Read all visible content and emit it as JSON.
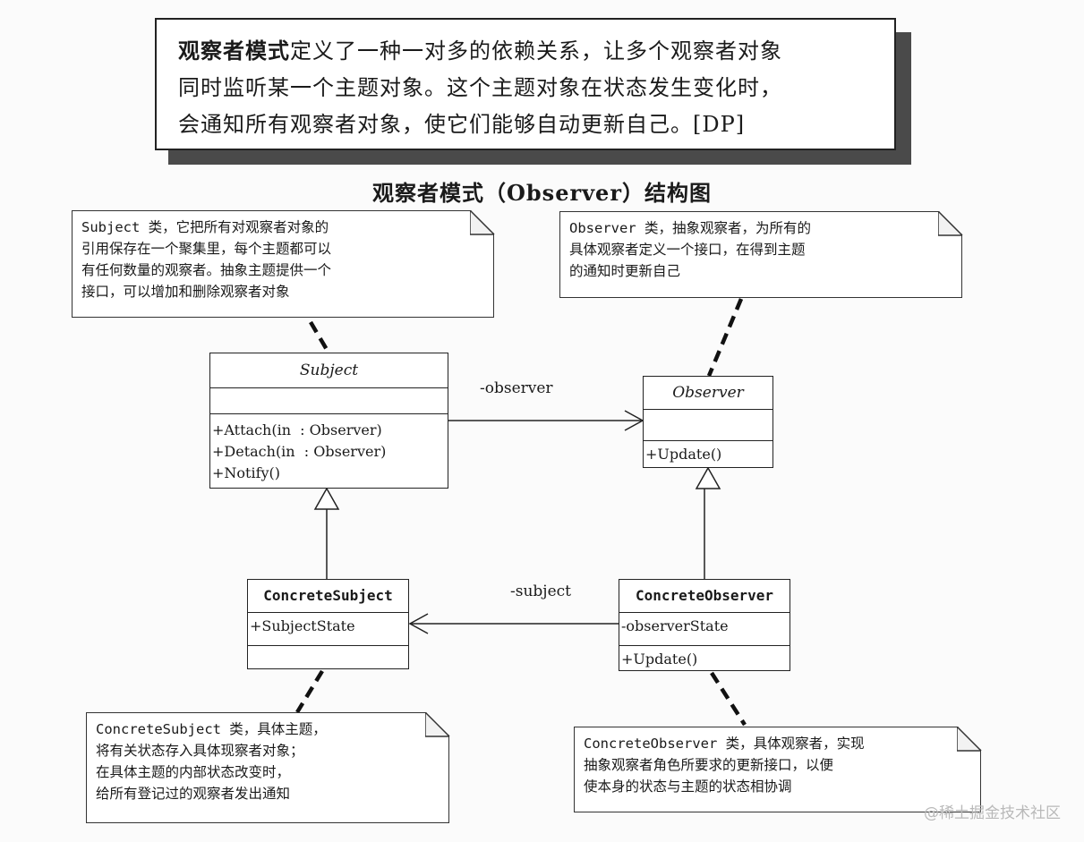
{
  "definition": {
    "term": "观察者模式",
    "line1_rest": "定义了一种一对多的依赖关系，让多个观察者对象",
    "line2": "同时监听某一个主题对象。这个主题对象在状态发生变化时，",
    "line3": "会通知所有观察者对象，使它们能够自动更新自己。[DP]"
  },
  "diagram_title": "观察者模式（Observer）结构图",
  "notes": {
    "subject": [
      "Subject 类，它把所有对观察者对象的",
      "引用保存在一个聚集里，每个主题都可以",
      "有任何数量的观察者。抽象主题提供一个",
      "接口，可以增加和删除观察者对象"
    ],
    "observer": [
      "Observer 类，抽象观察者，为所有的",
      "具体观察者定义一个接口，在得到主题",
      "的通知时更新自己"
    ],
    "concrete_subject": [
      "ConcreteSubject 类，具体主题，",
      "将有关状态存入具体现察者对象；",
      "在具体主题的内部状态改变时，",
      "给所有登记过的观察者发出通知"
    ],
    "concrete_observer": [
      "ConcreteObserver 类，具体观察者，实现",
      "抽象观察者角色所要求的更新接口，以便",
      "使本身的状态与主题的状态相协调"
    ]
  },
  "classes": {
    "subject": {
      "name": "Subject",
      "operations": [
        "+Attach(in  : Observer)",
        "+Detach(in  : Observer)",
        "+Notify()"
      ]
    },
    "observer": {
      "name": "Observer",
      "operations": [
        "+Update()"
      ]
    },
    "concrete_subject": {
      "name": "ConcreteSubject",
      "attributes": [
        "+SubjectState"
      ]
    },
    "concrete_observer": {
      "name": "ConcreteObserver",
      "attributes": [
        "-observerState"
      ],
      "operations": [
        "+Update()"
      ]
    }
  },
  "associations": {
    "observer_role": "-observer",
    "subject_role": "-subject"
  },
  "watermark": "@稀土掘金技术社区"
}
